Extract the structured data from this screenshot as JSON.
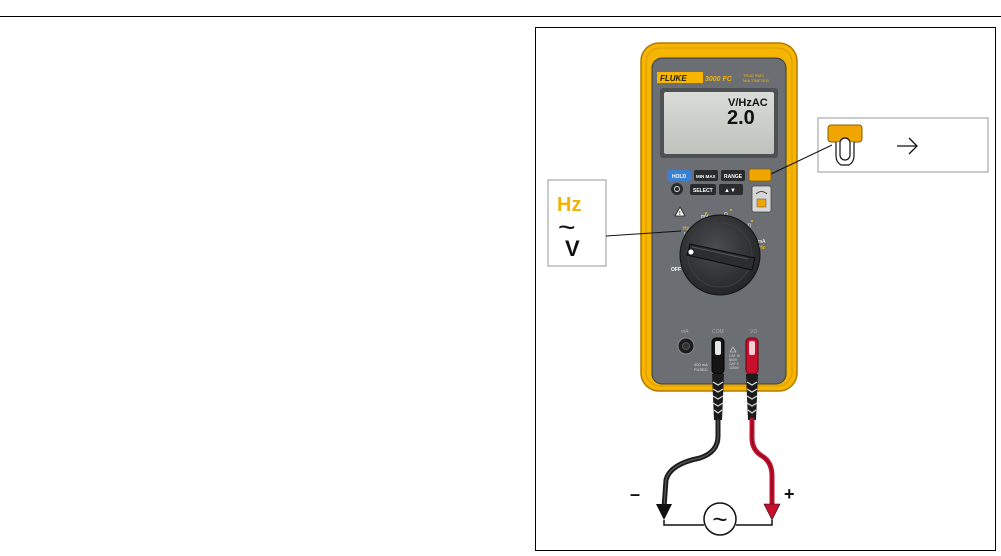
{
  "meter": {
    "brand": "FLUKE",
    "model": "3000 FC",
    "model_sub_1": "TRUE RMS",
    "model_sub_2": "MULTIMETER",
    "display_unit": "V/HzAC",
    "display_value": "2.0"
  },
  "buttons": {
    "hold": "HOLD",
    "minmax": "MIN MAX",
    "range": "RANGE",
    "select": "SELECT",
    "arrows": "▲▼"
  },
  "dial": {
    "off": "OFF",
    "hz_v": "Hz",
    "v": "V",
    "mv": "mV",
    "ohm": "Ω",
    "cont": "·))",
    "ma": "mA",
    "hz_r": "Hz"
  },
  "jacks": {
    "ma_label": "mA",
    "com_label": "COM",
    "vohm_label": "VΩ",
    "fused_1": "400 mA",
    "fused_2": "FUSED",
    "cat_1": "CAT III",
    "cat_2": "600V",
    "cat_3": "CAT II",
    "cat_4": "1000V"
  },
  "callout_left": {
    "hz": "Hz",
    "tilde": "~",
    "v": "V"
  },
  "circuit": {
    "minus": "–",
    "plus": "+",
    "source": "~"
  },
  "colors": {
    "holster": "#f6b500",
    "holster_edge": "#c88a00",
    "meter_body": "#6b6e72",
    "lcd": "#c9cbc7",
    "hz_yellow": "#f2b400",
    "probe_red": "#c8102e",
    "probe_black": "#1c1c1c"
  }
}
